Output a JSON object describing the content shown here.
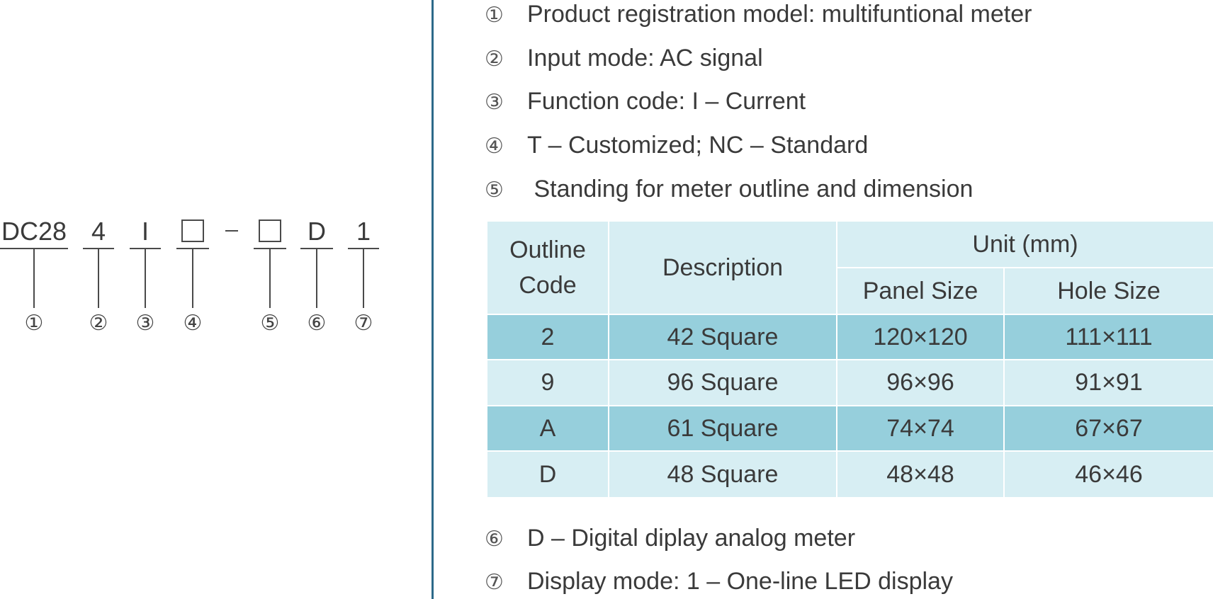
{
  "code_diagram": {
    "segments": {
      "s1": "DC28",
      "s2": "4",
      "s3": "I",
      "s6": "D",
      "s7": "1"
    },
    "numbers": [
      "①",
      "②",
      "③",
      "④",
      "⑤",
      "⑥",
      "⑦"
    ]
  },
  "notes": {
    "n1": {
      "num": "①",
      "text": "Product registration model: multifuntional meter"
    },
    "n2": {
      "num": "②",
      "text": "Input mode: AC signal"
    },
    "n3": {
      "num": "③",
      "text": "Function code: I – Current"
    },
    "n4": {
      "num": "④",
      "text": "T – Customized; NC – Standard"
    },
    "n5": {
      "num": "⑤",
      "text": " Standing for meter outline and dimension"
    },
    "n6": {
      "num": "⑥",
      "text": "D – Digital diplay analog meter"
    },
    "n7": {
      "num": "⑦",
      "text": "Display mode: 1 – One-line LED display"
    }
  },
  "table": {
    "headers": {
      "outline_line1": "Outline",
      "outline_line2": "Code",
      "description": "Description",
      "unit": "Unit (mm)",
      "panel_size": "Panel Size",
      "hole_size": "Hole Size"
    },
    "rows": [
      {
        "code": "2",
        "description": "42 Square",
        "panel": "120×120",
        "hole": "111×111"
      },
      {
        "code": "9",
        "description": "96 Square",
        "panel": "96×96",
        "hole": "91×91"
      },
      {
        "code": "A",
        "description": "61 Square",
        "panel": "74×74",
        "hole": "67×67"
      },
      {
        "code": "D",
        "description": "48 Square",
        "panel": "48×48",
        "hole": "46×46"
      }
    ]
  },
  "colors": {
    "divider": "#2d6a8a",
    "table_light": "#d7eef3",
    "table_dark": "#96cfdc",
    "text": "#3a3a3a"
  }
}
